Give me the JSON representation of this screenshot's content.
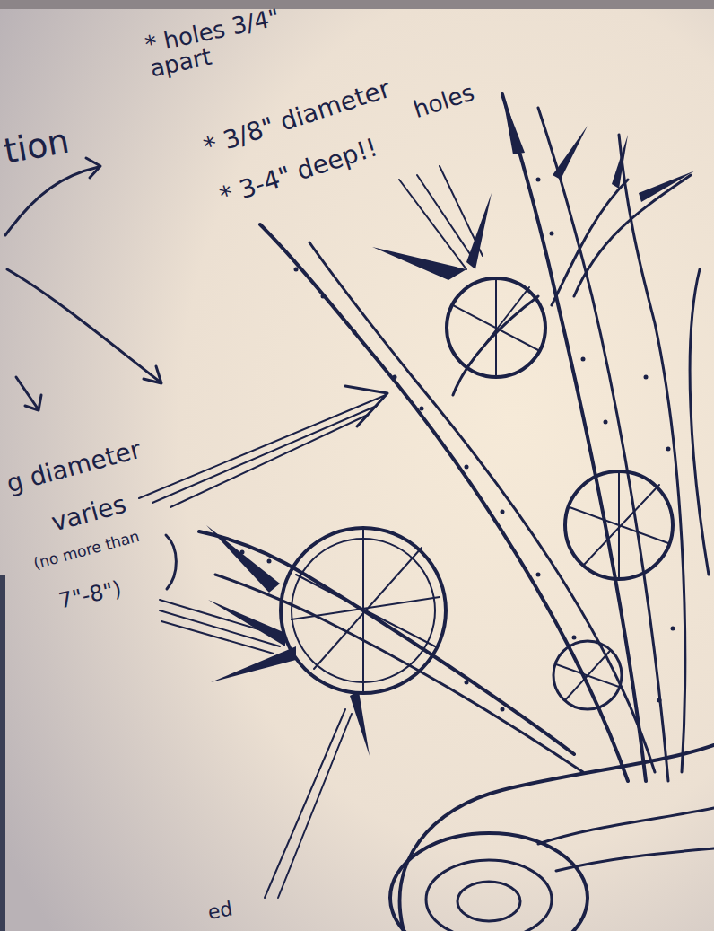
{
  "diagram": {
    "labels": [
      "tion",
      "* holes 3/4\" apart",
      "* 3/8\" diameter",
      "* 3-4\" deep!!",
      "holes",
      "g diameter",
      "varies",
      "(no more than",
      "7\"-8\")",
      "ed"
    ]
  }
}
